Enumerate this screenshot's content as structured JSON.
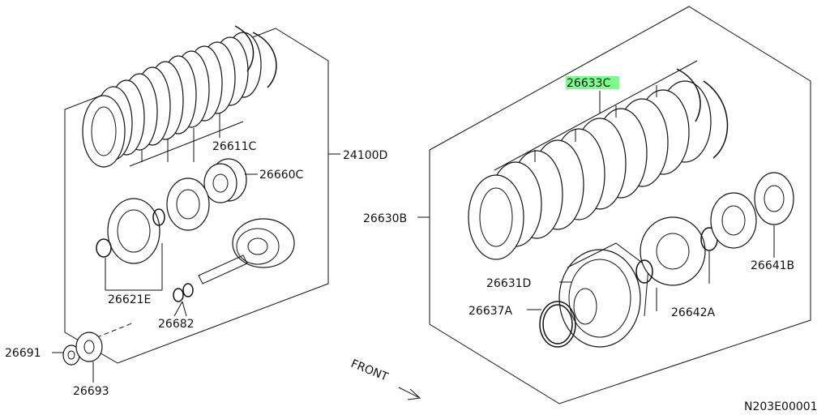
{
  "labels": {
    "p26611C": "26611C",
    "p26660C": "26660C",
    "p24100D": "24100D",
    "p26621E": "26621E",
    "p26682": "26682",
    "p26691": "26691",
    "p26693": "26693",
    "p26633C": "26633C",
    "p26630B": "26630B",
    "p26641B": "26641B",
    "p26631D": "26631D",
    "p26637A": "26637A",
    "p26642A": "26642A",
    "front": "FRONT",
    "drawing_id": "N203E00001"
  },
  "colors": {
    "line": "#111111",
    "highlight": "#7bff8b",
    "background": "#ffffff"
  },
  "icons": {
    "front_arrow": "front-arrow-icon"
  }
}
